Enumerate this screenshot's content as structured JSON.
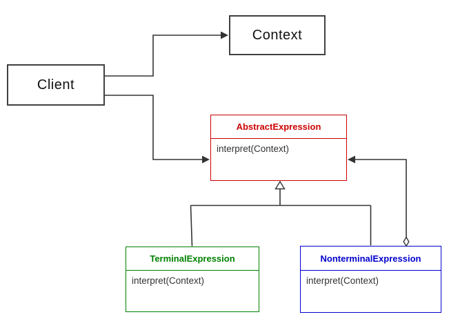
{
  "colors": {
    "background": "#ffffff",
    "connector": "#333333",
    "plain-box-border": "#404040",
    "plain-box-text": "#111111",
    "abstract-accent": "#cc0000",
    "terminal-accent": "#008000",
    "nonterminal-accent": "#0000cc",
    "method-text": "#333333"
  },
  "nodes": {
    "client": {
      "label": "Client"
    },
    "context": {
      "label": "Context"
    },
    "abstract_expression": {
      "title": "AbstractExpression",
      "method": "interpret(Context)"
    },
    "terminal_expression": {
      "title": "TerminalExpression",
      "method": "interpret(Context)"
    },
    "nonterminal_expression": {
      "title": "NonterminalExpression",
      "method": "interpret(Context)"
    }
  }
}
